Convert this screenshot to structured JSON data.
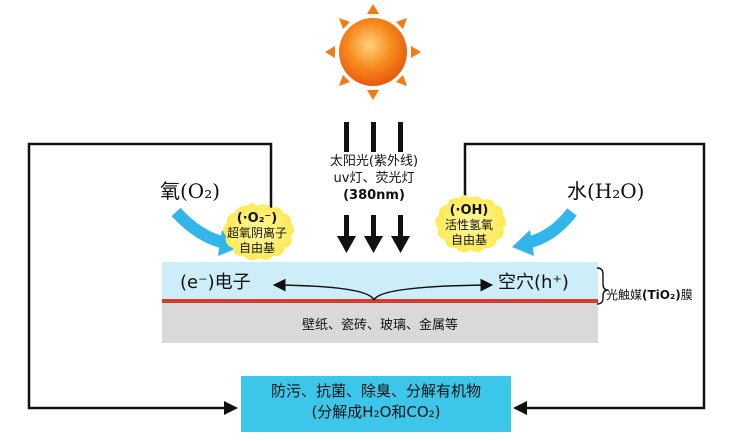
{
  "light_source": {
    "line1": "太阳光(紫外线)",
    "line2": "uv灯、荧光灯",
    "line3": "(380nm)"
  },
  "left_reactant": {
    "label": "氧(O₂)"
  },
  "right_reactant": {
    "label": "水(H₂O)"
  },
  "superoxide_badge": {
    "symbol": "(·O₂⁻)",
    "line1": "超氧阴离子",
    "line2": "自由基"
  },
  "hydroxyl_badge": {
    "symbol": "(·OH)",
    "line1": "活性氢氧",
    "line2": "自由基"
  },
  "catalyst_layer": {
    "electron_label": "(e⁻)电子",
    "hole_label": "空穴(h⁺)",
    "film_prefix": "光触媒",
    "film_formula": "(TiO₂)",
    "film_suffix": "膜"
  },
  "substrate": {
    "label": "壁纸、瓷砖、玻璃、金属等"
  },
  "result": {
    "line1": "防污、抗菌、除臭、分解有机物",
    "line2": "(分解成H₂O和CO₂)"
  },
  "colors": {
    "sun": "#f47a14",
    "arrow_blue": "#31b6ec",
    "badge_yellow": "#fdf06a",
    "catalyst_band": "#cdeef8",
    "red_line": "#d93a2b",
    "substrate_gray": "#d9d9d9",
    "result_box": "#3cc7ea"
  }
}
